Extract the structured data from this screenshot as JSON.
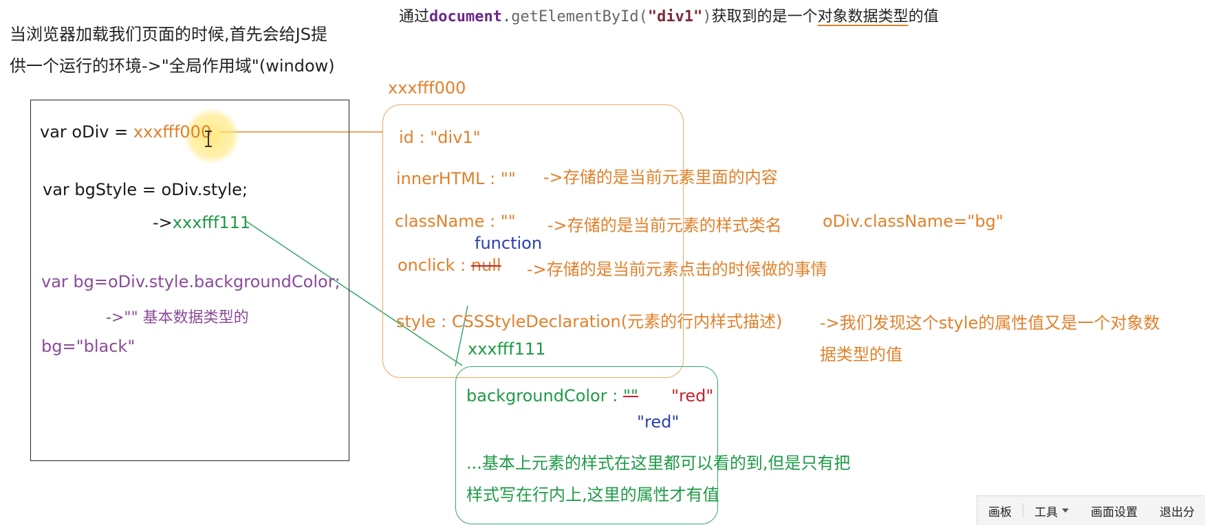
{
  "header_note": {
    "prefix": "通过",
    "code_doc": "document",
    "code_dot": ".",
    "code_method": "getElementById(",
    "code_arg": "\"div1\"",
    "code_close": ")",
    "suffix_a": "获取到的是一个",
    "suffix_u": "对象数据类型",
    "suffix_b": "的值"
  },
  "intro": {
    "line1": "当浏览器加载我们页面的时候,首先会给JS提",
    "line2": "供一个运行的环境->\"全局作用域\"(window)"
  },
  "left_box": {
    "odiv_prefix": "var oDiv = ",
    "odiv_value": "xxxfff000",
    "bgstyle_line": "var bgStyle = oDiv.style;",
    "bgstyle_arrow": "->",
    "bgstyle_value": "xxxfff111",
    "bg_line": "var bg=oDiv.style.backgroundColor;",
    "bg_arrow": "->\"\" 基本数据类型的",
    "bg_assign": "bg=\"black\""
  },
  "object_box": {
    "address": "xxxfff000",
    "id_line": "id : \"div1\"",
    "innerhtml_line": "innerHTML : \"\"",
    "innerhtml_note": "->存储的是当前元素里面的内容",
    "classname_line": "className : \"\"",
    "classname_note": "->存储的是当前元素的样式类名",
    "classname_example": "oDiv.className=\"bg\"",
    "function_label": "function",
    "onclick_key": "onclick : ",
    "onclick_null": "null",
    "onclick_note": "->存储的是当前元素点击的时候做的事情",
    "style_line": "style : CSSStyleDeclaration(元素的行内样式描述)",
    "style_note_1": "->我们发现这个style的属性值又是一个对象数",
    "style_note_2": "据类型的值"
  },
  "style_box": {
    "address": "xxxfff111",
    "bgcolor_key": "backgroundColor : ",
    "bgcolor_empty": "\"\"",
    "bgcolor_red": "\"red\"",
    "bgcolor_red_blue": "\"red\"",
    "note_1": "...基本上元素的样式在这里都可以看的到,但是只有把",
    "note_2": "样式写在行内上,这里的属性才有值"
  },
  "toolbar": {
    "canvas": "画板",
    "tools": "工具",
    "settings": "画面设置",
    "exit": "退出分"
  },
  "colors": {
    "orange": "#e0812b",
    "green": "#1e9a46",
    "purple": "#8a4a9a",
    "blue": "#2a3fb0",
    "red": "#c8202a"
  }
}
